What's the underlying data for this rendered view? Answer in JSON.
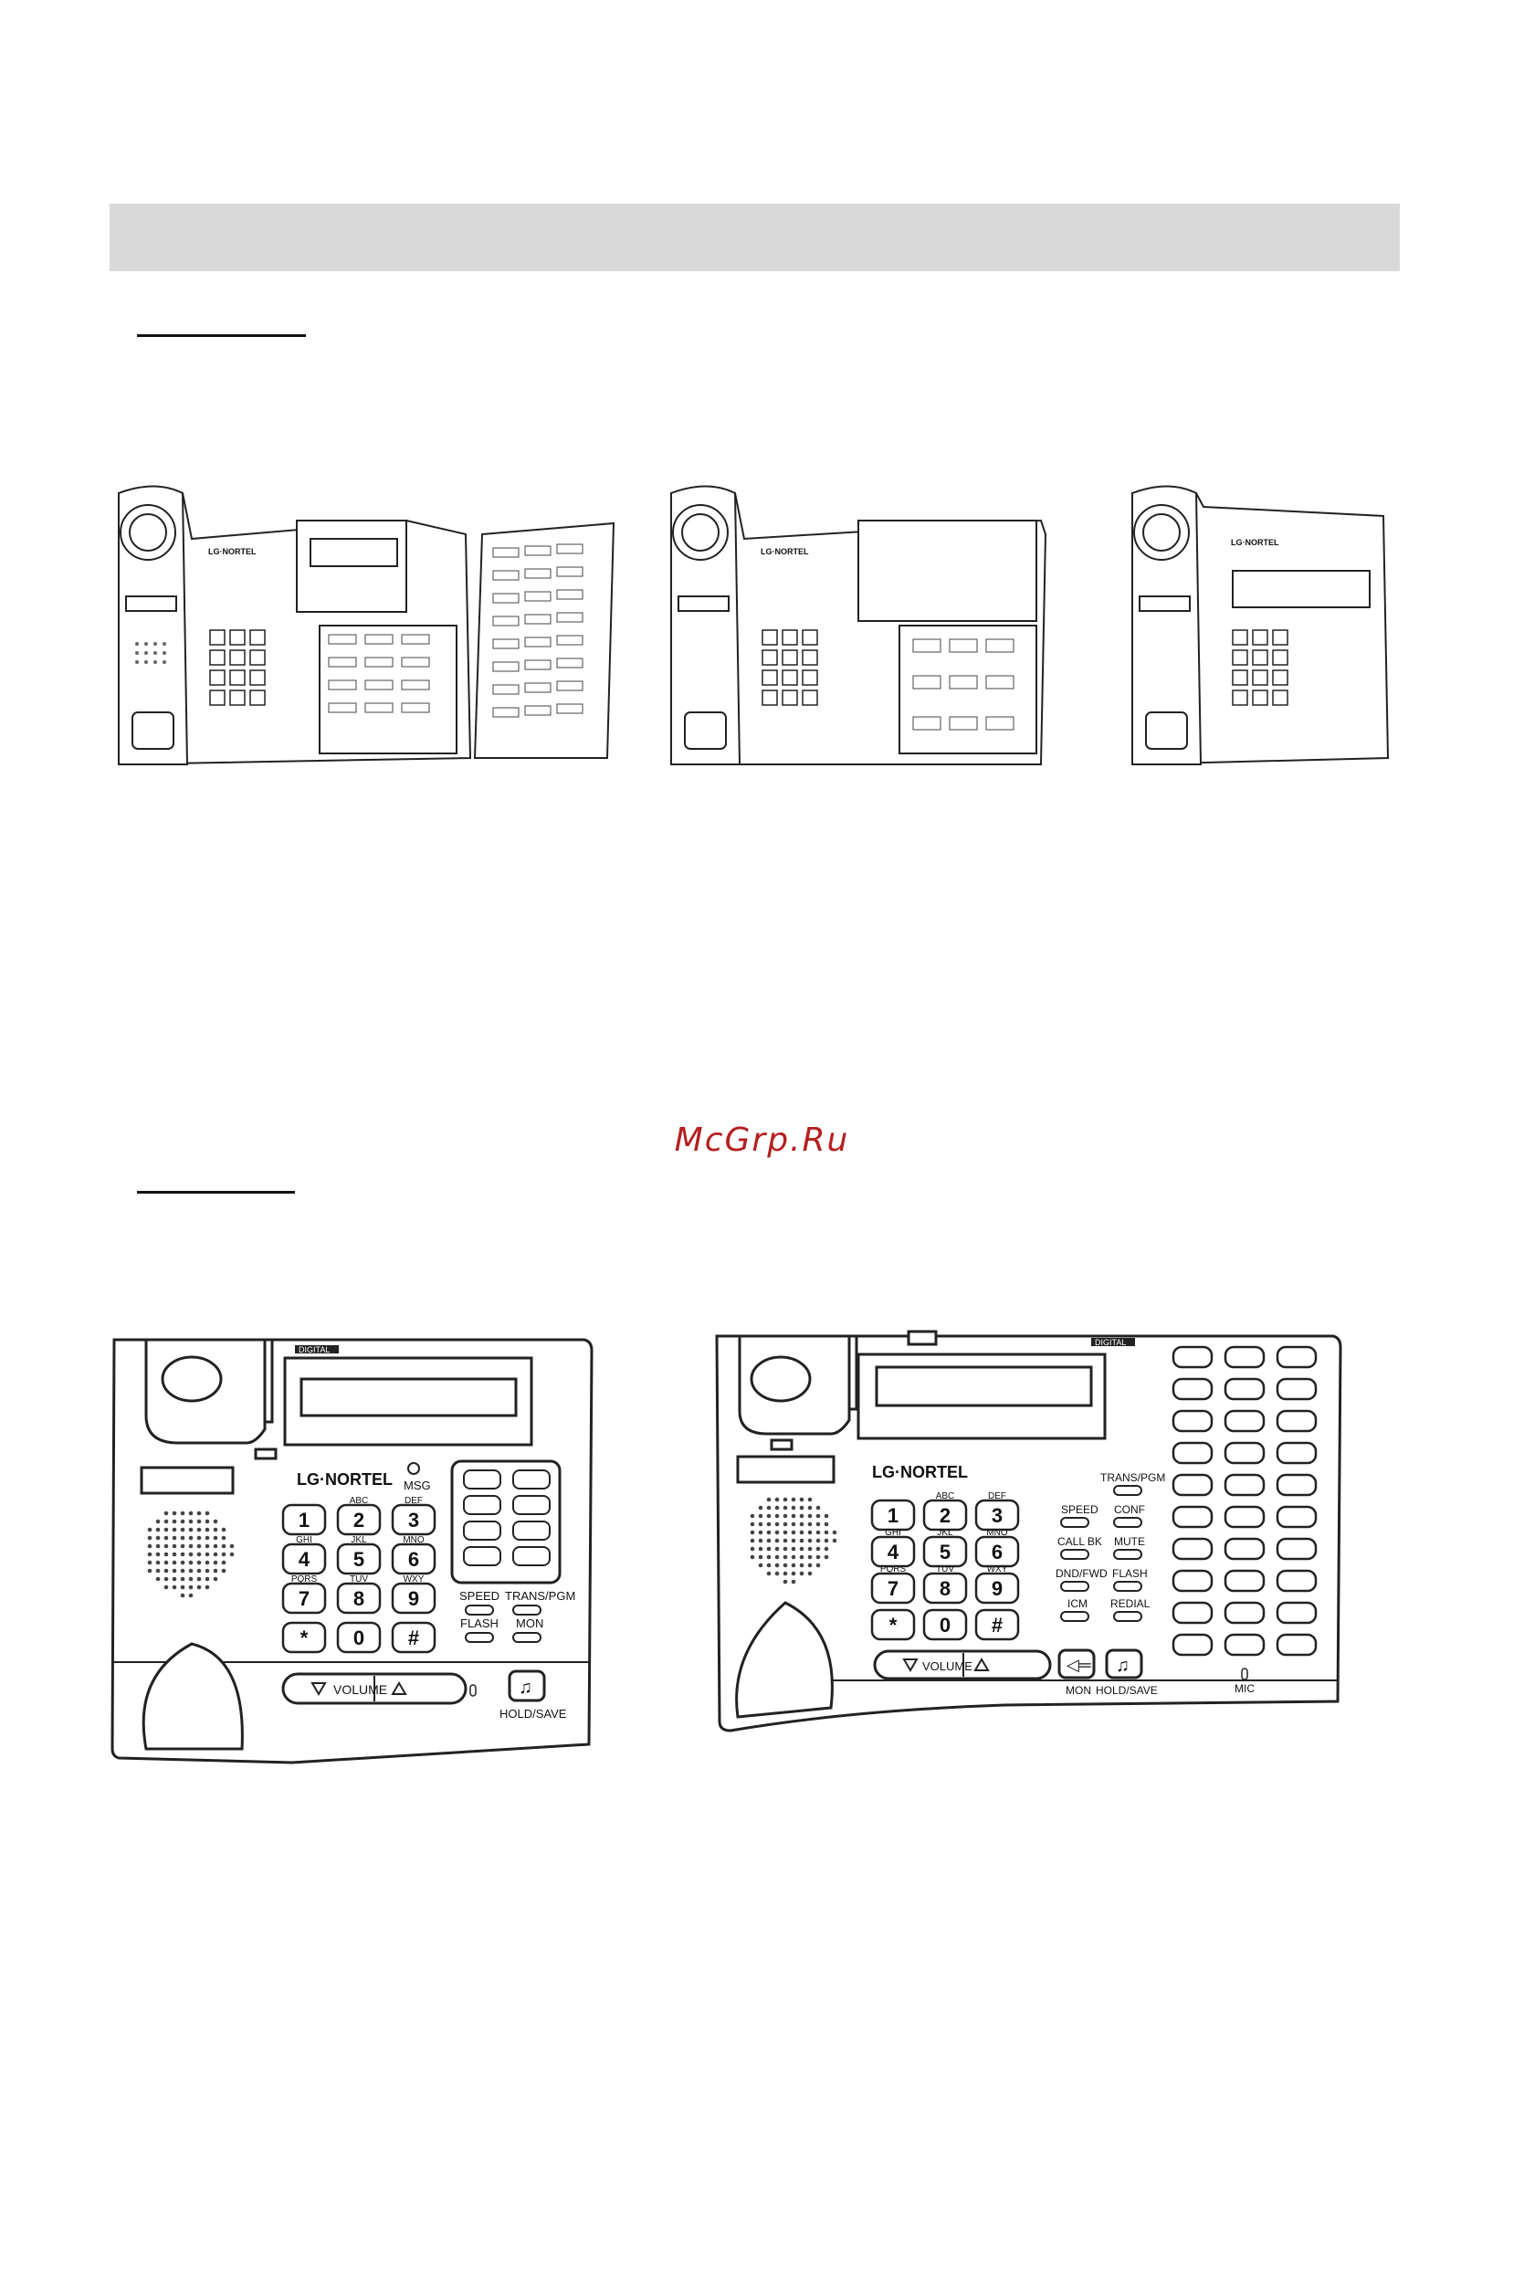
{
  "page": {
    "watermark": "McGrp.Ru"
  },
  "brand": {
    "logo": "LG·NORTEL"
  },
  "keypad": {
    "keys": [
      {
        "digit": "1",
        "letters": ""
      },
      {
        "digit": "2",
        "letters": "ABC"
      },
      {
        "digit": "3",
        "letters": "DEF"
      },
      {
        "digit": "4",
        "letters": "GHI"
      },
      {
        "digit": "5",
        "letters": "JKL"
      },
      {
        "digit": "6",
        "letters": "MNO"
      },
      {
        "digit": "7",
        "letters": "PQRS"
      },
      {
        "digit": "8",
        "letters": "TUV"
      },
      {
        "digit": "9",
        "letters": "WXY"
      },
      {
        "digit": "*",
        "letters": ""
      },
      {
        "digit": "0",
        "letters": ""
      },
      {
        "digit": "#",
        "letters": ""
      }
    ]
  },
  "phone_small": {
    "display_tag": "DIGITAL",
    "msg": "MSG",
    "labels": {
      "speed": "SPEED",
      "trans": "TRANS/PGM",
      "flash": "FLASH",
      "mon": "MON"
    },
    "volume": "VOLUME",
    "hold": "HOLD/SAVE"
  },
  "phone_large": {
    "display_tag": "DIGITAL",
    "labels": {
      "trans": "TRANS/PGM",
      "speed": "SPEED",
      "conf": "CONF",
      "callbk": "CALL BK",
      "mute": "MUTE",
      "dnd": "DND/FWD",
      "flash": "FLASH",
      "icm": "ICM",
      "redial": "REDIAL"
    },
    "volume": "VOLUME",
    "mon": "MON",
    "hold": "HOLD/SAVE",
    "mic": "MIC"
  }
}
